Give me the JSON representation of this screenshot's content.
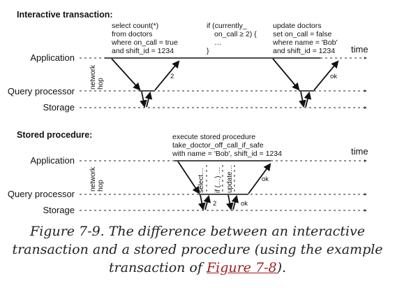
{
  "interactive": {
    "title": "Interactive transaction:",
    "lanes": {
      "application": "Application",
      "query": "Query processor",
      "storage": "Storage"
    },
    "time": "time",
    "hop": [
      "network",
      "hop"
    ],
    "stmt1": [
      "select count(*)",
      "from doctors",
      "where on_call = true",
      "and shift_id = 1234"
    ],
    "stmt2": [
      "if (currently_",
      "on_call ≥ 2) {",
      "…",
      "}"
    ],
    "stmt3": [
      "update doctors",
      "set on_call = false",
      "where name = 'Bob'",
      "and shift_id = 1234"
    ],
    "label_2": "2",
    "label_ok": "ok"
  },
  "stored": {
    "title": "Stored procedure:",
    "lanes": {
      "application": "Application",
      "query": "Query processor",
      "storage": "Storage"
    },
    "time": "time",
    "hop": [
      "network",
      "hop"
    ],
    "stmt": [
      "execute stored procedure",
      "take_doctor_off_call_if_safe",
      "with name = 'Bob', shift_id = 1234"
    ],
    "step_select": "select…",
    "step_if": "if (…) …",
    "step_update": "update…",
    "label_2": "2",
    "label_ok_inner": "ok",
    "label_ok_outer": "ok"
  },
  "caption": {
    "part1": "Figure 7-9. The difference between an interactive transaction and a stored procedure (using the example transaction of ",
    "link": "Figure 7-8",
    "part2": ")."
  }
}
